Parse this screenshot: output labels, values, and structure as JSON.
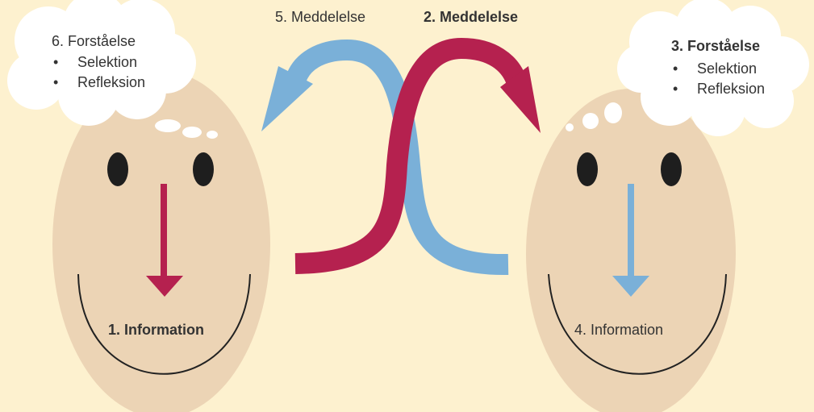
{
  "colors": {
    "background": "#fdf1cf",
    "face": "#ecd4b5",
    "cloud": "#ffffff",
    "eyes": "#1e1e1e",
    "crimson": "#b5214f",
    "blue": "#7ab0d8",
    "mouth": "#222222"
  },
  "left_person": {
    "thought_title": "6. Forståelse",
    "thought_items": [
      "Selektion",
      "Refleksion"
    ],
    "info_label": "1. Information"
  },
  "right_person": {
    "thought_title": "3. Forståelse",
    "thought_items": [
      "Selektion",
      "Refleksion"
    ],
    "info_label": "4. Information"
  },
  "arrows": {
    "left_label": "5. Meddelelse",
    "right_label": "2. Meddelelse"
  }
}
